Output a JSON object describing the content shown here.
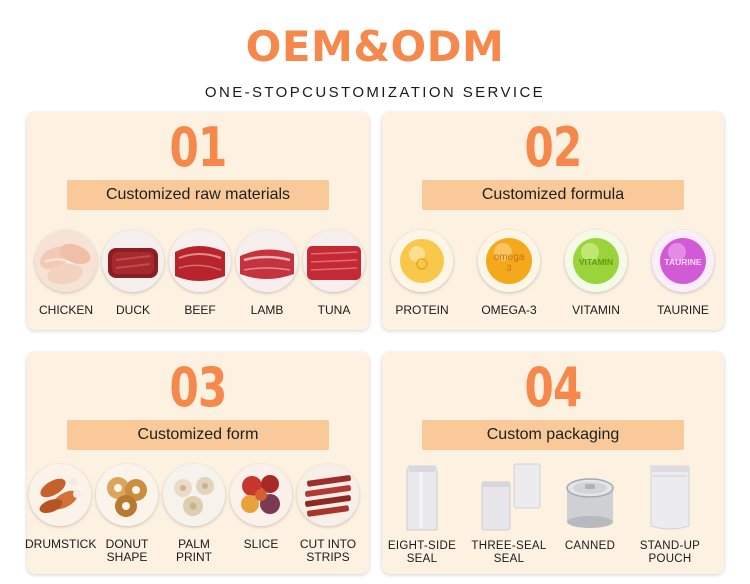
{
  "header": {
    "title": "OEM&ODM",
    "subtitle": "ONE-STOPCUSTOMIZATION SERVICE"
  },
  "sections": [
    {
      "number": "01",
      "heading": "Customized raw materials",
      "items": [
        {
          "label": "CHICKEN",
          "icon": "chicken-meat-icon"
        },
        {
          "label": "DUCK",
          "icon": "duck-meat-icon"
        },
        {
          "label": "BEEF",
          "icon": "beef-icon"
        },
        {
          "label": "LAMB",
          "icon": "lamb-icon"
        },
        {
          "label": "TUNA",
          "icon": "tuna-icon"
        }
      ]
    },
    {
      "number": "02",
      "heading": "Customized formula",
      "items": [
        {
          "label": "PROTEIN",
          "icon": "protein-capsule-icon",
          "capsule_text": ""
        },
        {
          "label": "OMEGA-3",
          "icon": "omega3-capsule-icon",
          "capsule_text": "omega",
          "capsule_sub": "3"
        },
        {
          "label": "VITAMIN",
          "icon": "vitamin-capsule-icon",
          "capsule_text": "VITAMIN"
        },
        {
          "label": "TAURINE",
          "icon": "taurine-capsule-icon",
          "capsule_text": "TAURINE"
        }
      ],
      "colors": {
        "protein": "#f7c84a",
        "omega": "#f4a81c",
        "vitamin": "#9bd43a",
        "taurine": "#d25ad6"
      }
    },
    {
      "number": "03",
      "heading": "Customized form",
      "items": [
        {
          "label": "DRUMSTICK",
          "icon": "drumstick-treat-icon"
        },
        {
          "label": "DONUT\nSHAPE",
          "label_1": "DONUT",
          "label_2": "SHAPE",
          "icon": "donut-treat-icon"
        },
        {
          "label_1": "PALM",
          "label_2": "PRINT",
          "icon": "palm-print-treat-icon"
        },
        {
          "label": "SLICE",
          "icon": "slice-treat-icon"
        },
        {
          "label_1": "CUT INTO",
          "label_2": "STRIPS",
          "icon": "strips-treat-icon"
        }
      ]
    },
    {
      "number": "04",
      "heading": "Custom packaging",
      "items": [
        {
          "label_1": "EIGHT-SIDE",
          "label_2": "SEAL",
          "icon": "eight-side-seal-bag-icon"
        },
        {
          "label_1": "THREE-SEAL",
          "label_2": "SEAL",
          "icon": "three-seal-bag-icon"
        },
        {
          "label_1": "CANNED",
          "label_2": "",
          "icon": "can-icon"
        },
        {
          "label_1": "STAND-UP",
          "label_2": "POUCH",
          "icon": "stand-up-pouch-icon"
        }
      ]
    }
  ],
  "colors": {
    "accent": "#f5884a",
    "panel_bg": "#fdf1e2",
    "bar_bg": "#f9c99a"
  }
}
